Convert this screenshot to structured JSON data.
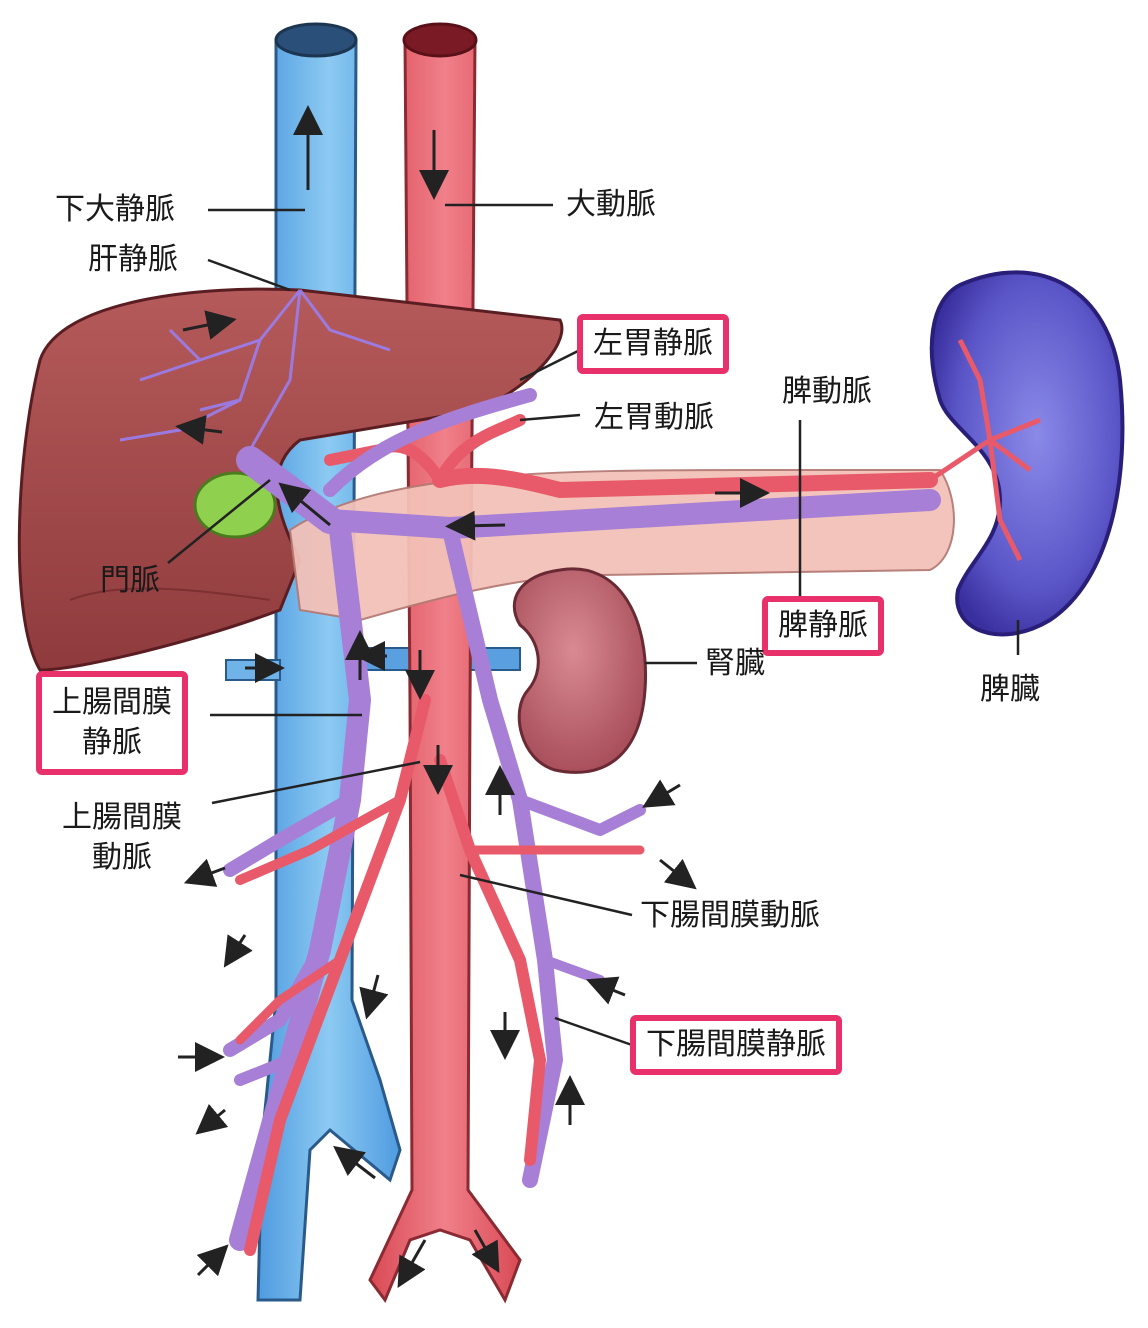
{
  "labels": {
    "ivc": "下大静脈",
    "hepatic_vein": "肝静脈",
    "aorta": "大動脈",
    "left_gastric_vein": "左胃静脈",
    "left_gastric_artery": "左胃動脈",
    "splenic_artery": "脾動脈",
    "portal_vein": "門脈",
    "splenic_vein": "脾静脈",
    "kidney": "腎臓",
    "spleen": "脾臓",
    "sm_vein_line1": "上腸間膜",
    "sm_vein_line2": "静脈",
    "sm_artery_line1": "上腸間膜",
    "sm_artery_line2": "動脈",
    "im_artery": "下腸間膜動脈",
    "im_vein": "下腸間膜静脈"
  },
  "colors": {
    "highlight_border": "#e8306a",
    "vein_blue": "#6fb3e8",
    "artery_red": "#e8606c",
    "portal_purple": "#a77fd6",
    "liver": "#a64c4c",
    "spleen": "#5856c4",
    "kidney": "#c46c76",
    "gallbladder": "#8fd04e",
    "pancreas": "#f3c1b8"
  }
}
